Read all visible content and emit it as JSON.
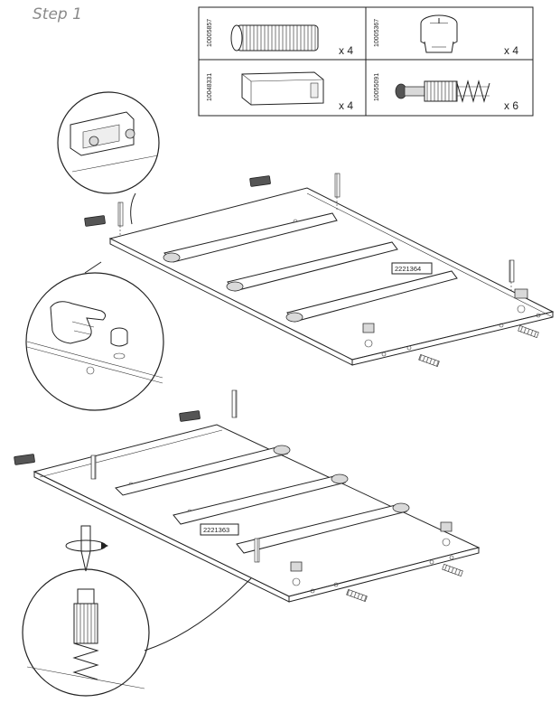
{
  "step": {
    "title": "Step 1"
  },
  "parts": [
    {
      "code": "10005857",
      "qty": "x 4",
      "icon": "wooden-dowel"
    },
    {
      "code": "10005367",
      "qty": "x 4",
      "icon": "cam-lock"
    },
    {
      "code": "10048331",
      "qty": "x 4",
      "icon": "bracket-cover"
    },
    {
      "code": "10055091",
      "qty": "x 6",
      "icon": "cam-bolt-dowel"
    }
  ],
  "panels": [
    {
      "part_no": "2221364"
    },
    {
      "part_no": "2221363"
    }
  ]
}
